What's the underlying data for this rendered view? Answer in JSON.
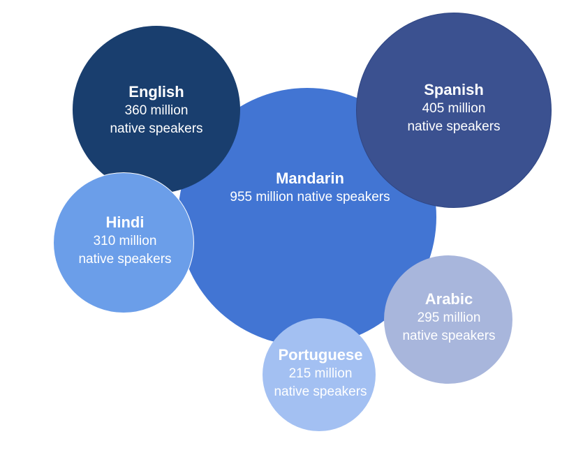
{
  "bubbles": {
    "mandarin": {
      "name": "Mandarin",
      "line1": "955 million native speakers",
      "color": "#4275d3"
    },
    "english": {
      "name": "English",
      "line1": "360 million",
      "line2": "native speakers",
      "color": "#193e6e"
    },
    "spanish": {
      "name": "Spanish",
      "line1": "405 million",
      "line2": "native speakers",
      "color": "#3b5190"
    },
    "hindi": {
      "name": "Hindi",
      "line1": "310 million",
      "line2": "native speakers",
      "color": "#6b9ee9"
    },
    "arabic": {
      "name": "Arabic",
      "line1": "295 million",
      "line2": "native speakers",
      "color": "#a8b6dc"
    },
    "portuguese": {
      "name": "Portuguese",
      "line1": "215 million",
      "line2": "native speakers",
      "color": "#a3c0f2"
    }
  }
}
